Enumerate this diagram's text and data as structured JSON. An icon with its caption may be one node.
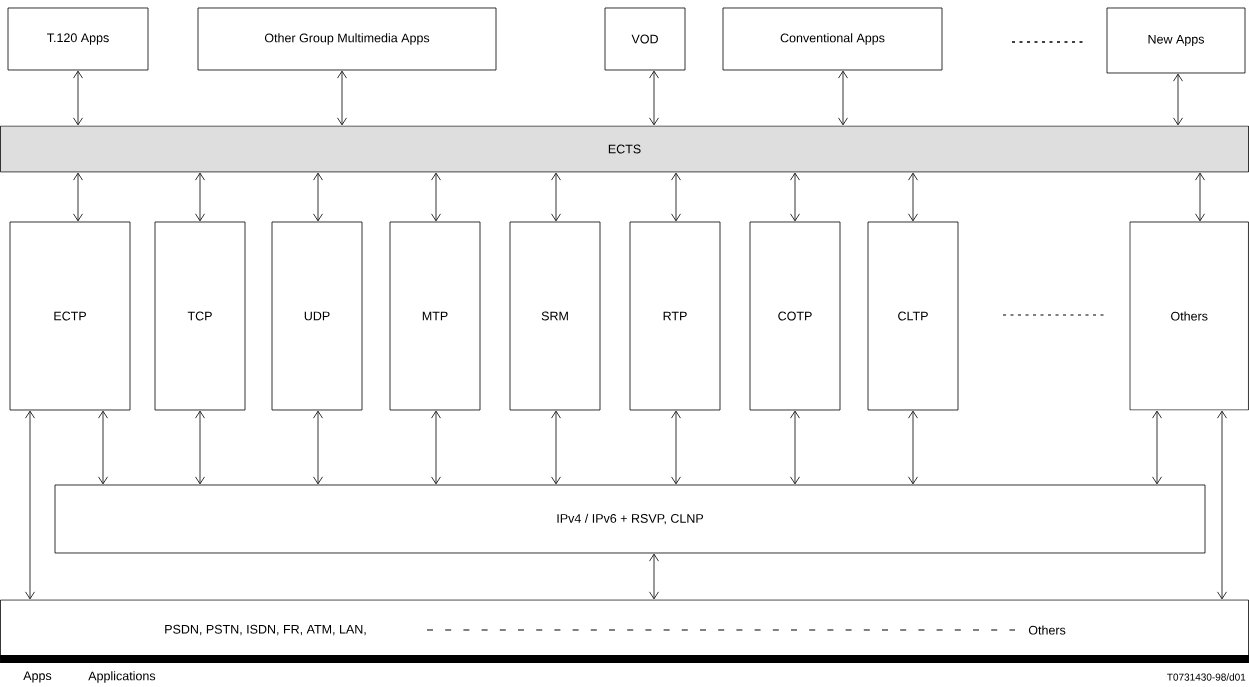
{
  "diagram": {
    "nodes": [
      {
        "text": [
          "T.120 Apps"
        ]
      },
      {
        "text": [
          "Other Group Multimedia Apps"
        ]
      },
      {
        "text": [
          "VOD"
        ]
      },
      {
        "text": [
          "Conventional Apps"
        ]
      },
      {
        "text": [
          "New Apps"
        ]
      },
      {
        "text": [
          "ECTS"
        ]
      },
      {
        "text": [
          "ECTP"
        ]
      },
      {
        "text": [
          "TCP"
        ]
      },
      {
        "text": [
          "UDP"
        ]
      },
      {
        "text": [
          "MTP"
        ]
      },
      {
        "text": [
          "SRM"
        ]
      },
      {
        "text": [
          "RTP"
        ]
      },
      {
        "text": [
          "COTP"
        ]
      },
      {
        "text": [
          "CLTP"
        ]
      },
      {
        "text": [
          "Others"
        ]
      },
      {
        "text": [
          "IPv4 / IPv6 + RSVP, CLNP"
        ]
      },
      {
        "text": [
          "PSDN,  PSTN,  ISDN,  FR,  ATM,  LAN,",
          "Others"
        ]
      }
    ],
    "edges": [
      {
        "from": 0,
        "to": 5,
        "arrow": "both"
      },
      {
        "from": 1,
        "to": 5,
        "arrow": "both"
      },
      {
        "from": 2,
        "to": 5,
        "arrow": "both"
      },
      {
        "from": 3,
        "to": 5,
        "arrow": "both"
      },
      {
        "from": 4,
        "to": 5,
        "arrow": "both"
      },
      {
        "from": 5,
        "to": 6,
        "arrow": "both"
      },
      {
        "from": 5,
        "to": 7,
        "arrow": "both"
      },
      {
        "from": 5,
        "to": 8,
        "arrow": "both"
      },
      {
        "from": 5,
        "to": 9,
        "arrow": "both"
      },
      {
        "from": 5,
        "to": 10,
        "arrow": "both"
      },
      {
        "from": 5,
        "to": 11,
        "arrow": "both"
      },
      {
        "from": 5,
        "to": 12,
        "arrow": "both"
      },
      {
        "from": 5,
        "to": 13,
        "arrow": "both"
      },
      {
        "from": 5,
        "to": 14,
        "arrow": "both"
      },
      {
        "from": 6,
        "to": 15,
        "arrow": "both"
      },
      {
        "from": 7,
        "to": 15,
        "arrow": "both"
      },
      {
        "from": 8,
        "to": 15,
        "arrow": "both"
      },
      {
        "from": 9,
        "to": 15,
        "arrow": "both"
      },
      {
        "from": 10,
        "to": 15,
        "arrow": "both"
      },
      {
        "from": 11,
        "to": 15,
        "arrow": "both"
      },
      {
        "from": 12,
        "to": 15,
        "arrow": "both"
      },
      {
        "from": 13,
        "to": 15,
        "arrow": "both"
      },
      {
        "from": 14,
        "to": 15,
        "arrow": "both"
      },
      {
        "from": 6,
        "to": 16,
        "arrow": "both"
      },
      {
        "from": 15,
        "to": 16,
        "arrow": "both"
      },
      {
        "from": 14,
        "to": 16,
        "arrow": "both"
      }
    ],
    "labels": [
      "Apps",
      "Applications",
      "T0731430-98/d01"
    ]
  }
}
